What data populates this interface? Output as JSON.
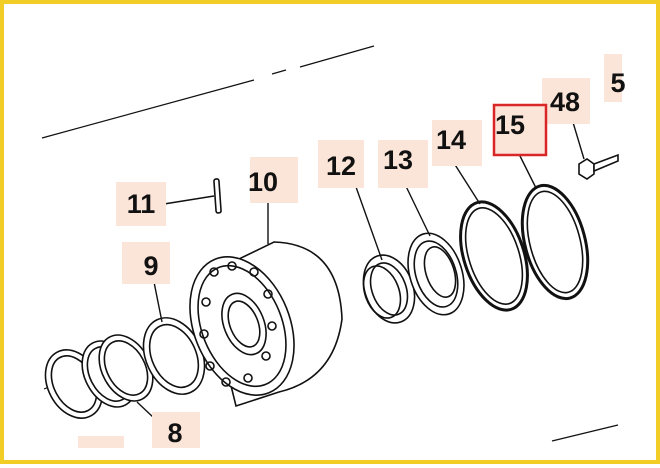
{
  "callouts": {
    "c5": "5",
    "c48": "48",
    "c15": "15",
    "c14": "14",
    "c13": "13",
    "c12": "12",
    "c11": "11",
    "c10": "10",
    "c9": "9",
    "c8": "8"
  },
  "highlighted_part": "15",
  "colors": {
    "frame": "#f2cd25",
    "callout_background": "#fbe4d8",
    "highlight": "#d92626",
    "line": "#111111"
  }
}
